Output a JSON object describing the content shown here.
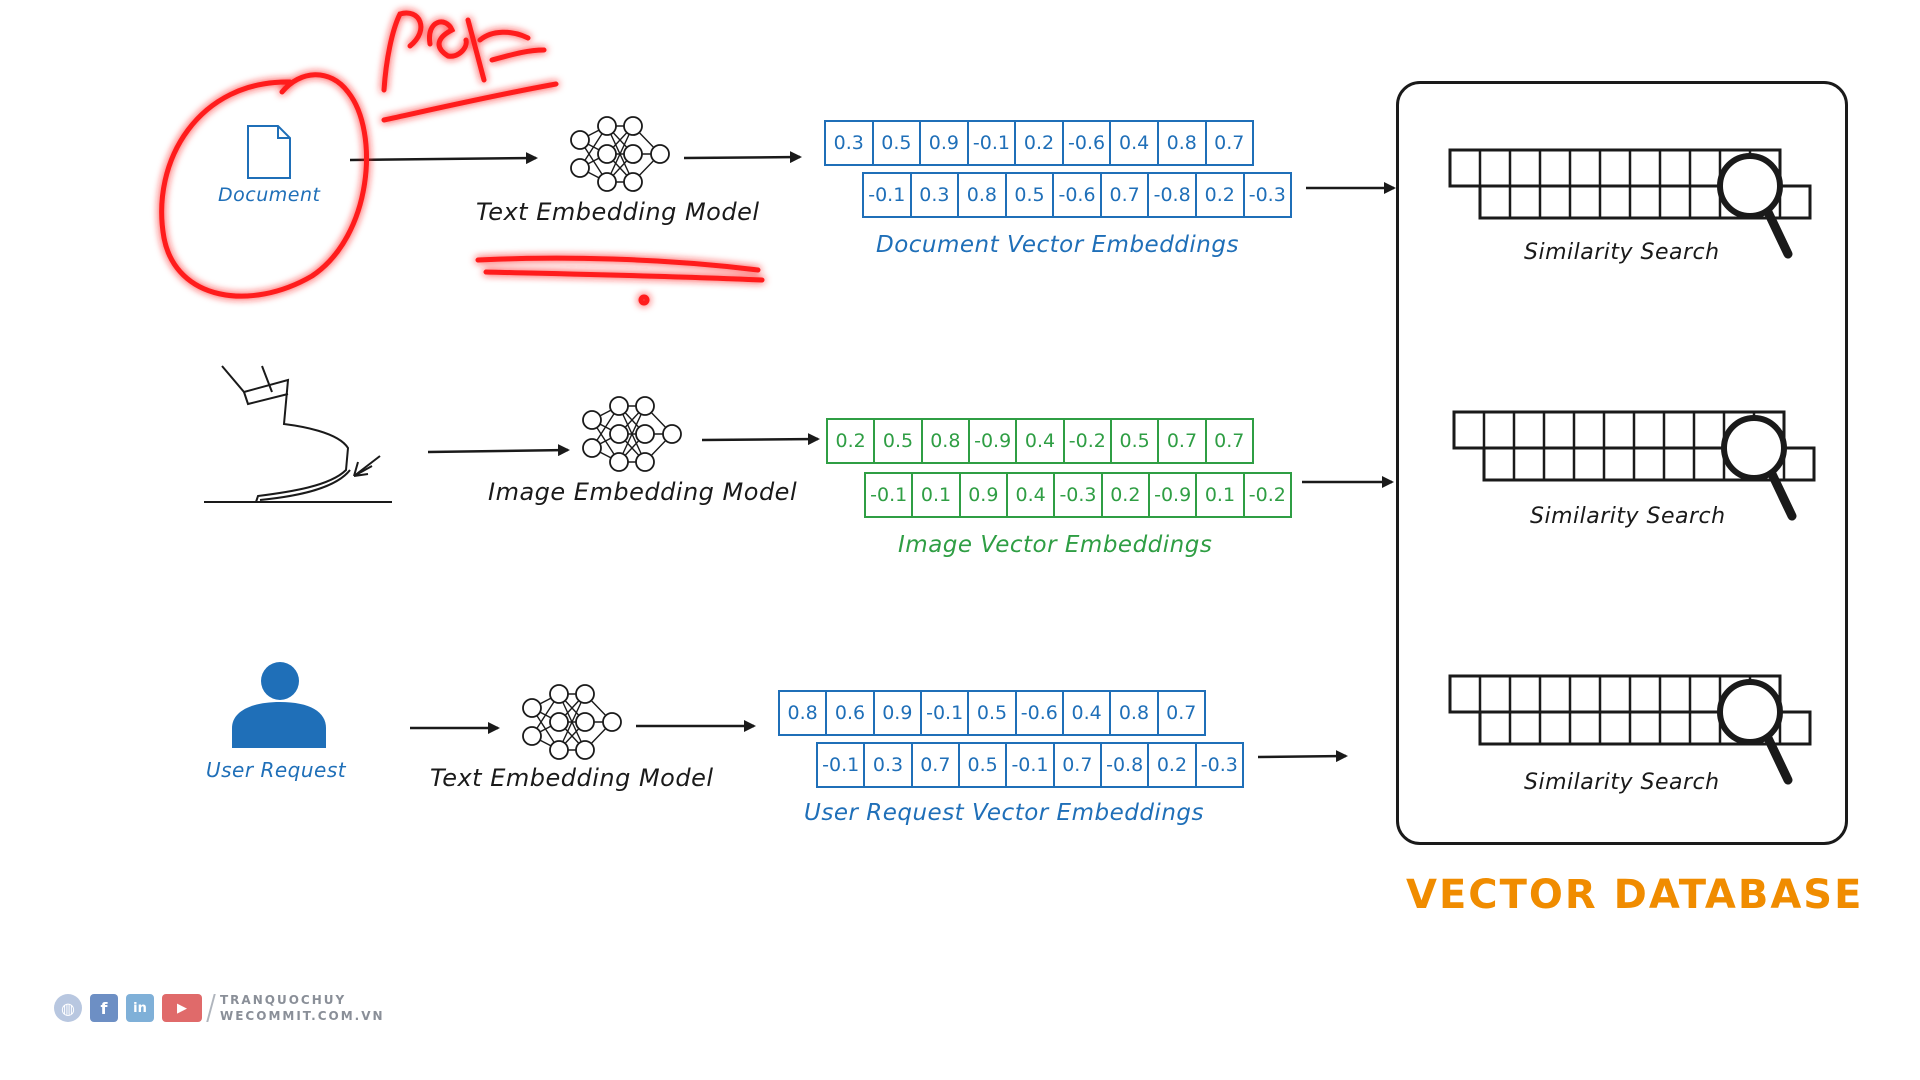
{
  "rows": [
    {
      "input_label": "Document",
      "model_label": "Text Embedding Model",
      "vector_top": [
        "0.3",
        "0.5",
        "0.9",
        "-0.1",
        "0.2",
        "-0.6",
        "0.4",
        "0.8",
        "0.7"
      ],
      "vector_bottom": [
        "-0.1",
        "0.3",
        "0.8",
        "0.5",
        "-0.6",
        "0.7",
        "-0.8",
        "0.2",
        "-0.3"
      ],
      "vector_label": "Document Vector Embeddings"
    },
    {
      "model_label": "Image Embedding Model",
      "vector_top": [
        "0.2",
        "0.5",
        "0.8",
        "-0.9",
        "0.4",
        "-0.2",
        "0.5",
        "0.7",
        "0.7"
      ],
      "vector_bottom": [
        "-0.1",
        "0.1",
        "0.9",
        "0.4",
        "-0.3",
        "0.2",
        "-0.9",
        "0.1",
        "-0.2"
      ],
      "vector_label": "Image Vector Embeddings"
    },
    {
      "input_label": "User Request",
      "model_label": "Text Embedding Model",
      "vector_top": [
        "0.8",
        "0.6",
        "0.9",
        "-0.1",
        "0.5",
        "-0.6",
        "0.4",
        "0.8",
        "0.7"
      ],
      "vector_bottom": [
        "-0.1",
        "0.3",
        "0.7",
        "0.5",
        "-0.1",
        "0.7",
        "-0.8",
        "0.2",
        "-0.3"
      ],
      "vector_label": "User Request Vector Embeddings"
    }
  ],
  "database": {
    "search_label": "Similarity Search",
    "title": "VECTOR DATABASE"
  },
  "annotations": {
    "handwritten": "PDF"
  },
  "footer": {
    "line1": "TRANQUOCHUY",
    "line2": "WECOMMIT.COM.VN",
    "icons": [
      "globe-icon",
      "facebook-icon",
      "linkedin-icon",
      "youtube-icon"
    ]
  },
  "colors": {
    "blue": "#1f6fb8",
    "green": "#2f9e44",
    "orange": "#f08c00",
    "annotation_red": "#ff1a1a",
    "ink": "#1a1a1a"
  }
}
